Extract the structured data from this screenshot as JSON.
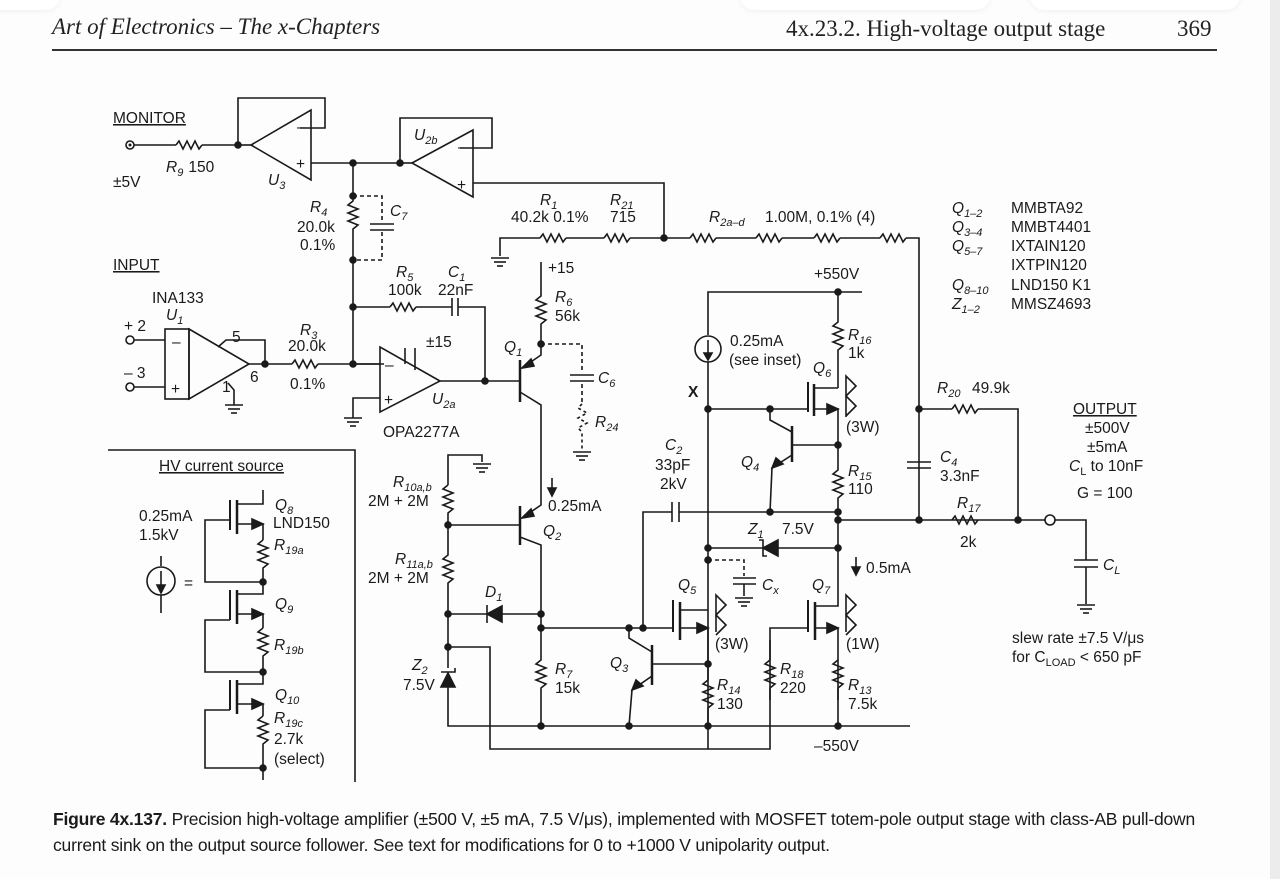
{
  "header": {
    "book_title": "Art of Electronics – The x-Chapters",
    "section_title": "4x.23.2.  High-voltage output stage",
    "page_number": "369"
  },
  "figure": {
    "caption_label": "Figure 4x.137.",
    "caption_text": "Precision high-voltage amplifier (±500 V, ±5 mA, 7.5 V/μs), implemented with MOSFET totem-pole output stage with class-AB pull-down current sink on the output source follower. See text for modifications for 0 to +1000 V unipolarity output."
  },
  "schematic": {
    "monitor": {
      "title": "MONITOR",
      "range": "±5V",
      "r9": "R",
      "r9_sub": "9",
      "r9_value": "150"
    },
    "u3": {
      "label": "U",
      "sub": "3"
    },
    "u2b": {
      "label": "U",
      "sub": "2b"
    },
    "r4": {
      "label": "R",
      "sub": "4",
      "value": "20.0k",
      "tol": "0.1%"
    },
    "c7": {
      "label": "C",
      "sub": "7"
    },
    "input": {
      "title": "INPUT",
      "plus_pin": "+ 2",
      "minus_pin": "– 3"
    },
    "u1": {
      "part": "INA133",
      "label": "U",
      "sub": "1",
      "pin5": "5",
      "pin6": "6",
      "pin1": "1"
    },
    "r3": {
      "label": "R",
      "sub": "3",
      "value": "20.0k",
      "tol": "0.1%"
    },
    "r5": {
      "label": "R",
      "sub": "5",
      "value": "100k"
    },
    "c1": {
      "label": "C",
      "sub": "1",
      "value": "22nF"
    },
    "u2a": {
      "label": "U",
      "sub": "2a",
      "part": "OPA2277A",
      "supply": "±15"
    },
    "r1": {
      "label": "R",
      "sub": "1",
      "value": "40.2k 0.1%"
    },
    "r21": {
      "label": "R",
      "sub": "21",
      "value": "715"
    },
    "r2": {
      "label": "R",
      "sub": "2a–d",
      "value": "1.00M, 0.1% (4)"
    },
    "plus15": "+15",
    "r6": {
      "label": "R",
      "sub": "6",
      "value": "56k"
    },
    "q1": {
      "label": "Q",
      "sub": "1"
    },
    "c6": {
      "label": "C",
      "sub": "6"
    },
    "r24": {
      "label": "R",
      "sub": "24"
    },
    "q1_current": "0.25mA",
    "q2": {
      "label": "Q",
      "sub": "2"
    },
    "r10": {
      "label": "R",
      "sub": "10a,b",
      "value": "2M + 2M"
    },
    "r11": {
      "label": "R",
      "sub": "11a,b",
      "value": "2M + 2M"
    },
    "d1": {
      "label": "D",
      "sub": "1"
    },
    "z2": {
      "label": "Z",
      "sub": "2",
      "value": "7.5V"
    },
    "r7": {
      "label": "R",
      "sub": "7",
      "value": "15k"
    },
    "q3": {
      "label": "Q",
      "sub": "3"
    },
    "plus550": "+550V",
    "minus550": "–550V",
    "isource": {
      "value": "0.25mA",
      "note": "(see inset)"
    },
    "node_x": "X",
    "r16": {
      "label": "R",
      "sub": "16",
      "value": "1k"
    },
    "q6": {
      "label": "Q",
      "sub": "6",
      "power": "(3W)"
    },
    "q4": {
      "label": "Q",
      "sub": "4"
    },
    "r15": {
      "label": "R",
      "sub": "15",
      "value": "110"
    },
    "c2": {
      "label": "C",
      "sub": "2",
      "value": "33pF",
      "rating": "2kV"
    },
    "z1": {
      "label": "Z",
      "sub": "1",
      "value": "7.5V"
    },
    "sink_current": "0.5mA",
    "cx": {
      "label": "C",
      "sub": "x"
    },
    "q5": {
      "label": "Q",
      "sub": "5",
      "power": "(3W)"
    },
    "q7": {
      "label": "Q",
      "sub": "7",
      "power": "(1W)"
    },
    "r14": {
      "label": "R",
      "sub": "14",
      "value": "130"
    },
    "r18": {
      "label": "R",
      "sub": "18",
      "value": "220"
    },
    "r13": {
      "label": "R",
      "sub": "13",
      "value": "7.5k"
    },
    "r20": {
      "label": "R",
      "sub": "20",
      "value": "49.9k"
    },
    "c4": {
      "label": "C",
      "sub": "4",
      "value": "3.3nF"
    },
    "r17": {
      "label": "R",
      "sub": "17",
      "value": "2k"
    },
    "cl": {
      "label": "C",
      "sub": "L"
    },
    "output": {
      "title": "OUTPUT",
      "voltage": "±500V",
      "current": "±5mA",
      "cload_pre": "C",
      "cload_sub": "L",
      "cload_post": " to 10nF",
      "gain": "G = 100"
    },
    "slew": {
      "line1": "slew rate ±7.5 V/μs",
      "line2_pre": "for C",
      "line2_sub": "LOAD",
      "line2_post": " < 650 pF"
    },
    "parts_list": [
      {
        "ref": "Q",
        "sub": "1–2",
        "part": "MMBTA92"
      },
      {
        "ref": "Q",
        "sub": "3–4",
        "part": "MMBT4401"
      },
      {
        "ref": "Q",
        "sub": "5–7",
        "part": "IXTAIN120"
      },
      {
        "ref": "",
        "sub": "",
        "part": "IXTPIN120"
      },
      {
        "ref": "Q",
        "sub": "8–10",
        "part": "LND150 K1"
      },
      {
        "ref": "Z",
        "sub": "1–2",
        "part": "MMSZ4693"
      }
    ],
    "inset": {
      "title": "HV current source",
      "rating_current": "0.25mA",
      "rating_voltage": "1.5kV",
      "equals": "=",
      "q8": {
        "label": "Q",
        "sub": "8",
        "part": "LND150"
      },
      "r19a": {
        "label": "R",
        "sub": "19a"
      },
      "q9": {
        "label": "Q",
        "sub": "9"
      },
      "r19b": {
        "label": "R",
        "sub": "19b"
      },
      "q10": {
        "label": "Q",
        "sub": "10"
      },
      "r19c": {
        "label": "R",
        "sub": "19c",
        "value": "2.7k",
        "note": "(select)"
      }
    }
  }
}
